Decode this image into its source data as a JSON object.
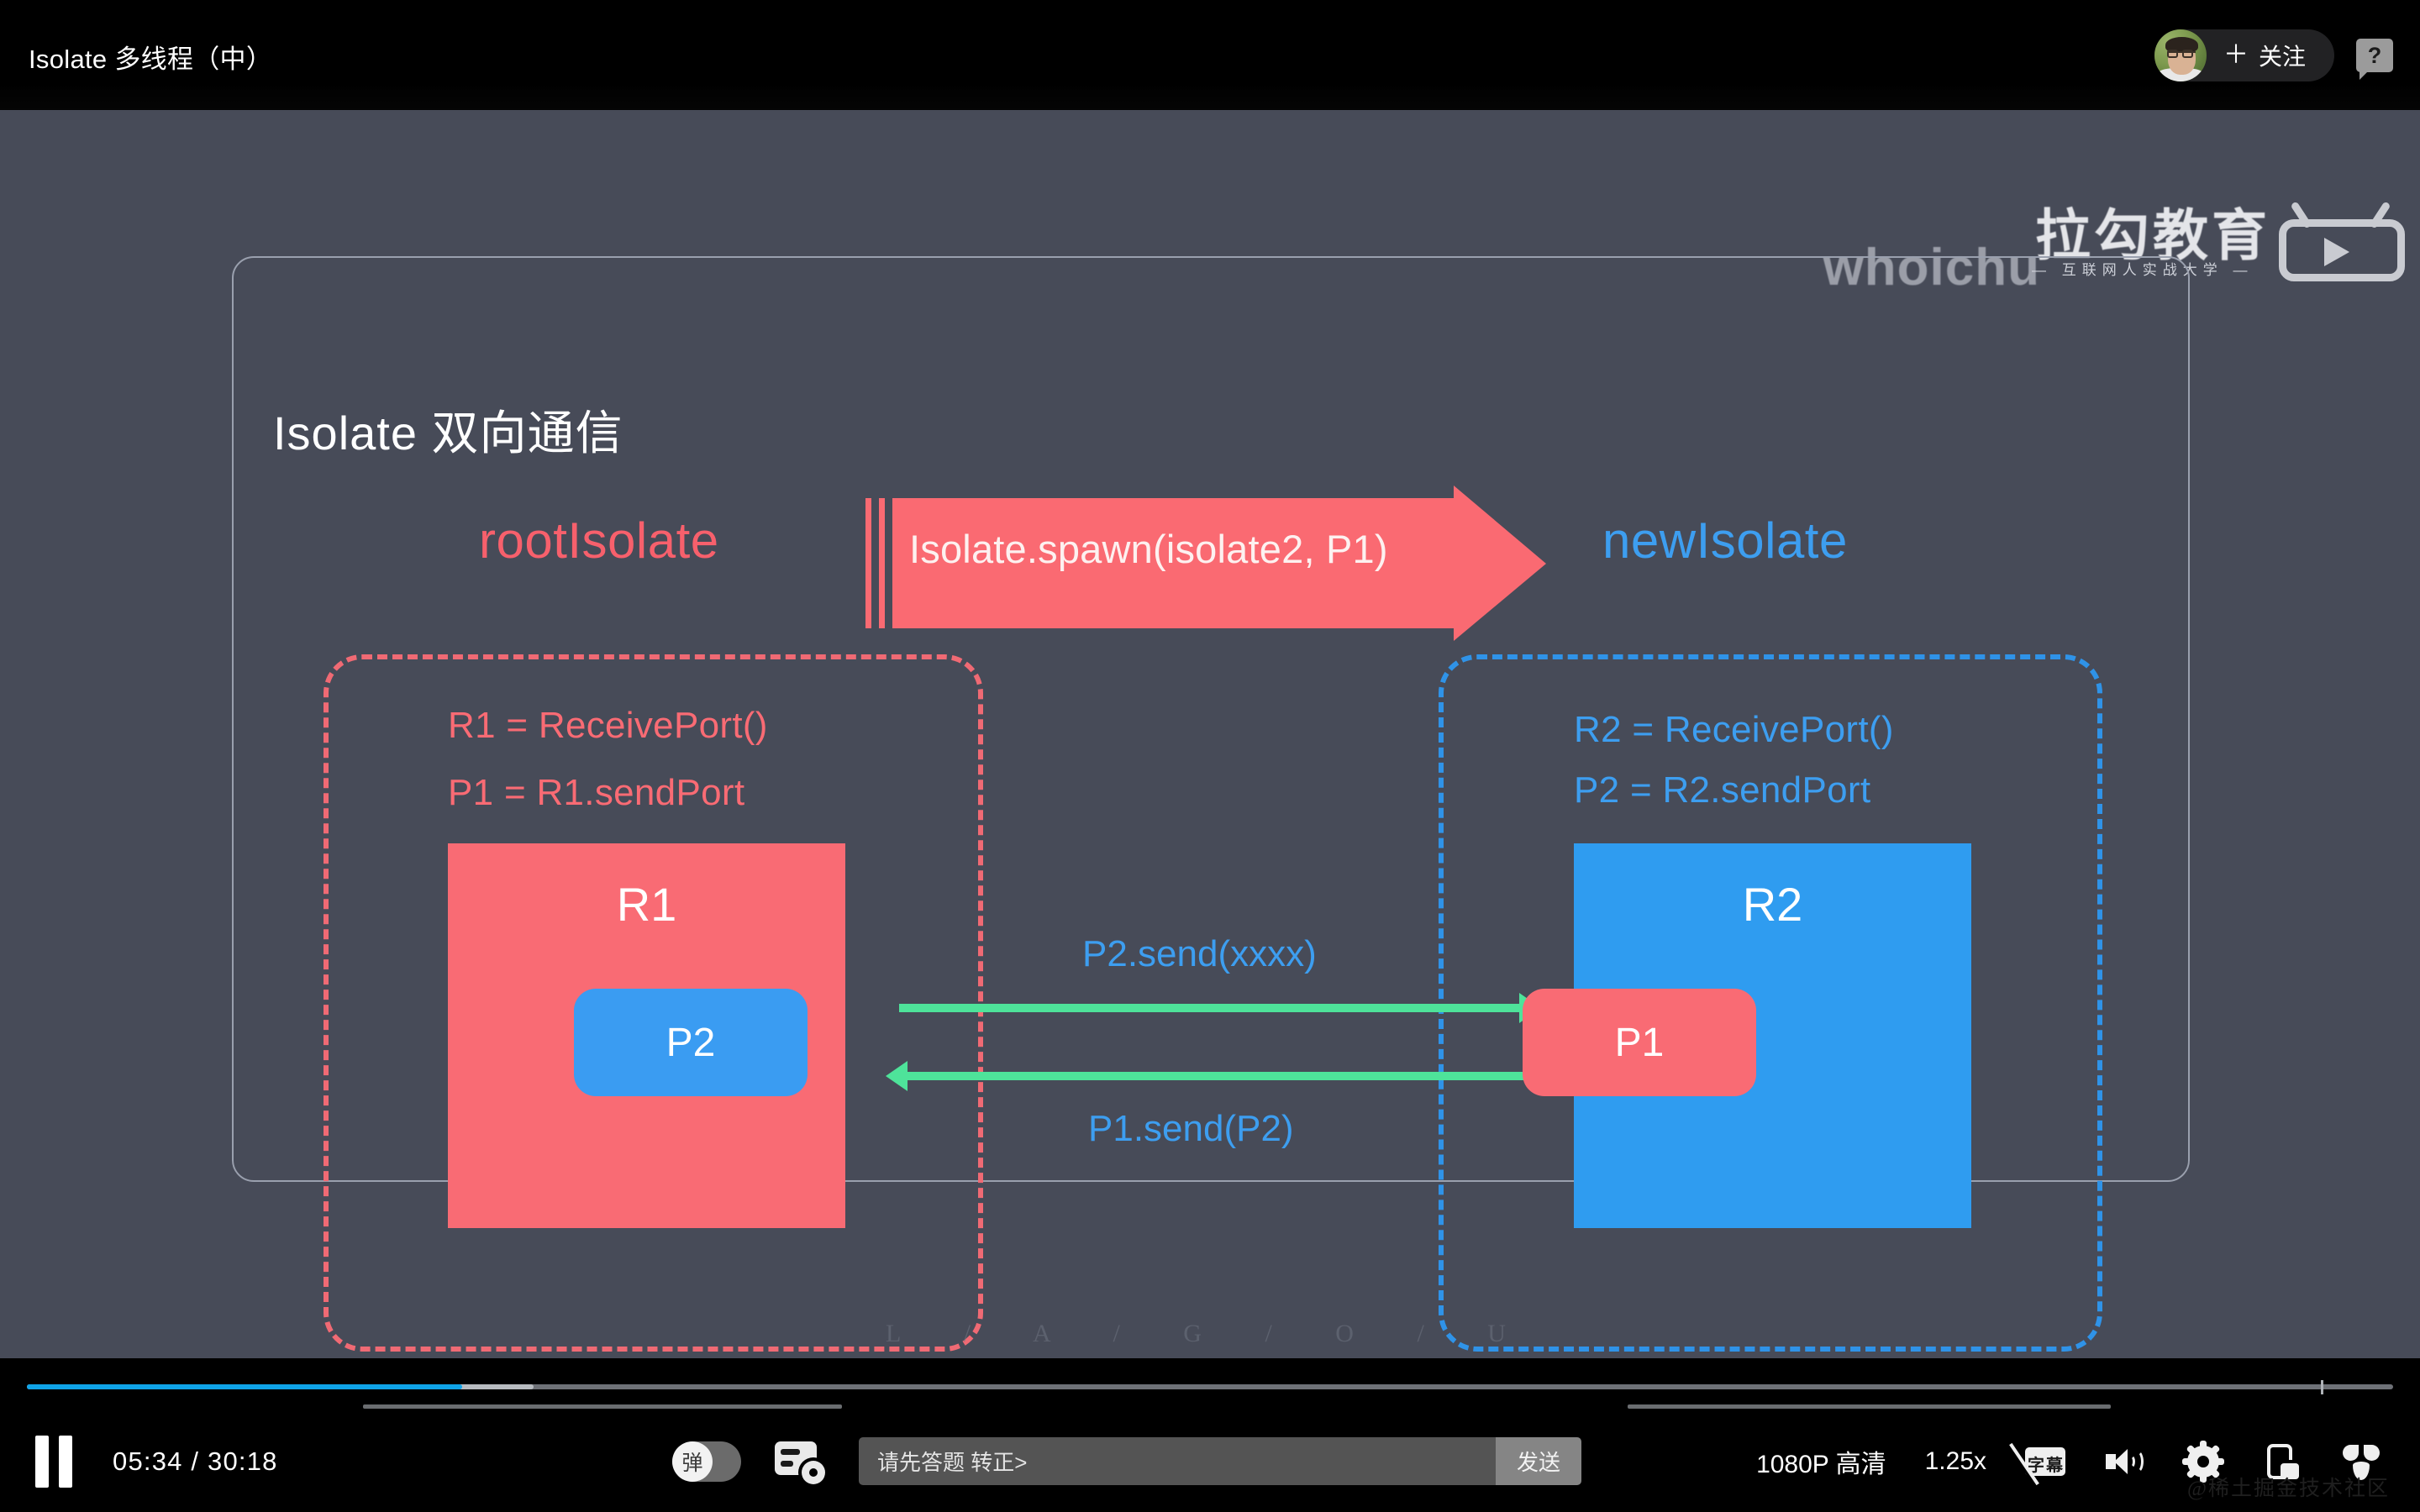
{
  "header": {
    "video_title": "Isolate 多线程（中）",
    "avatar_name": "avatar",
    "follow_label": "关注",
    "follow_plus": "＋",
    "help_glyph": "?"
  },
  "watermarks": {
    "uploader": "whoichu",
    "brand_cn": "拉勾教育",
    "brand_tagline": "— 互联网人实战大学 —",
    "bottom_right": "@稀土掘金技术社区",
    "slide_footer": "L / A / G / O / U"
  },
  "slide": {
    "title": "Isolate 双向通信",
    "spawn_label": "Isolate.spawn(isolate2, P1)",
    "left": {
      "header": "rootIsolate",
      "code_line1": "R1 = ReceivePort()",
      "code_line2": "P1 = R1.sendPort",
      "port_square": "R1",
      "port_pill": "P2",
      "color": "#f96b74"
    },
    "right": {
      "header": "newIsolate",
      "code_line1": "R2 = ReceivePort()",
      "code_line2": "P2 = R2.sendPort",
      "port_square": "R2",
      "port_pill": "P1",
      "color": "#2f9cf0"
    },
    "arrows": {
      "top_label": "P2.send(xxxx)",
      "bottom_label": "P1.send(P2)",
      "color": "#4ee39a"
    },
    "bg_color": "#474b58"
  },
  "player": {
    "state": "playing",
    "pause_label": "pause",
    "time_current": "05:34",
    "time_total": "30:18",
    "time_display": "05:34 / 30:18",
    "progress_percent": 18.4,
    "buffered_percent": 21.4,
    "danmaku_toggle_glyph": "弹",
    "danmaku_toggle_state": "off",
    "danmaku_settings": "danmaku-settings",
    "input_placeholder": "请先答题 转正>",
    "input_value": "",
    "send_label": "发送",
    "quality_label": "1080P 高清",
    "speed_label": "1.25x",
    "subtitle_t1": "字",
    "subtitle_t2": "幕",
    "subtitle_state": "off",
    "accent_color": "#0fa3e8"
  }
}
